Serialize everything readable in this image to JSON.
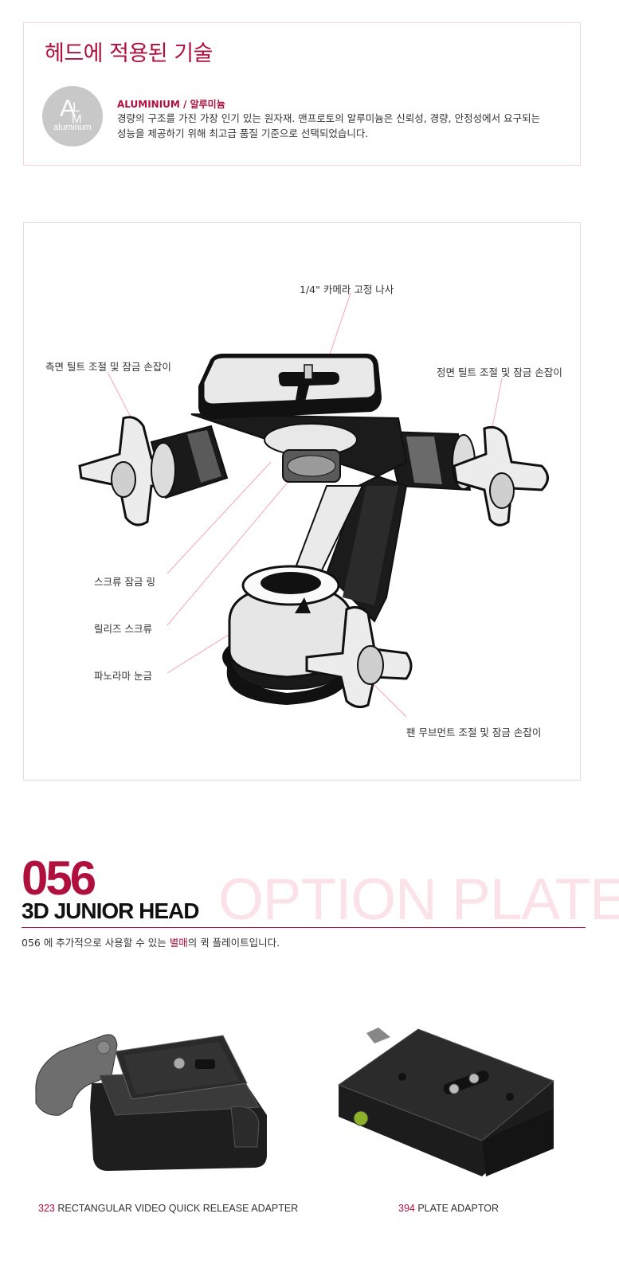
{
  "tech": {
    "title": "헤드에 적용된 기술",
    "badge_letters_a": "A",
    "badge_letters_l": "L",
    "badge_letters_m": "M",
    "badge_text": "aluminum",
    "heading": "ALUMINIUM / 알루미늄",
    "description_line1": "경량의 구조를 가진 가장 인기 있는 원자재. 맨프로토의 알루미늄은 신뢰성, 경량, 안정성에서 요구되는",
    "description_line2": "성능을 제공하기 위해 최고급 품질 기준으로 선택되었습니다."
  },
  "diagram": {
    "callouts": {
      "screw": "1/4\" 카메라 고정 나사",
      "side_tilt": "측면 틸트 조절 및 잠금 손잡이",
      "front_tilt": "정면 틸트 조절 및 잠금 손잡이",
      "screw_lock_ring": "스크류 잠금 링",
      "release_screw": "릴리즈 스크류",
      "panorama_scale": "파노라마 눈금",
      "pan_knob": "팬 무브먼트 조절 및 잠금 손잡이"
    }
  },
  "option": {
    "model_number": "056",
    "model_name": "3D JUNIOR HEAD",
    "banner": "OPTION PLATE",
    "desc_before": "056 에 추가적으로 사용할 수 있는 ",
    "desc_accent": "별매",
    "desc_after": "의 퀵 플레이트입니다."
  },
  "products": [
    {
      "number": "323",
      "name": "RECTANGULAR VIDEO QUICK RELEASE ADAPTER"
    },
    {
      "number": "394",
      "name": "PLATE ADAPTOR"
    }
  ],
  "colors": {
    "accent": "#b0103e",
    "banner": "#fbe1e8",
    "border": "#f0d5dc"
  }
}
